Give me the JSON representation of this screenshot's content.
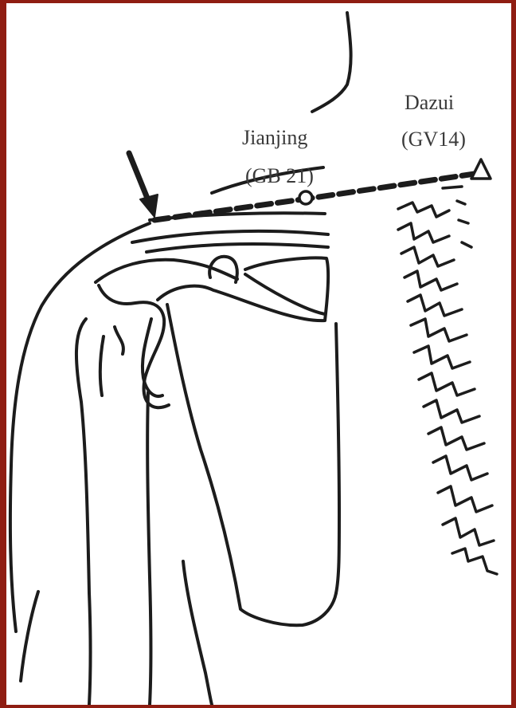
{
  "points": {
    "jianjing": {
      "name": "Jianjing",
      "code": "(GB 21)"
    },
    "dazui": {
      "name": "Dazui",
      "code": "(GV14)"
    }
  },
  "colors": {
    "frame": "#8f1d12",
    "background": "#ffffff",
    "ink": "#1c1c1c",
    "label": "#3a3a3a"
  }
}
